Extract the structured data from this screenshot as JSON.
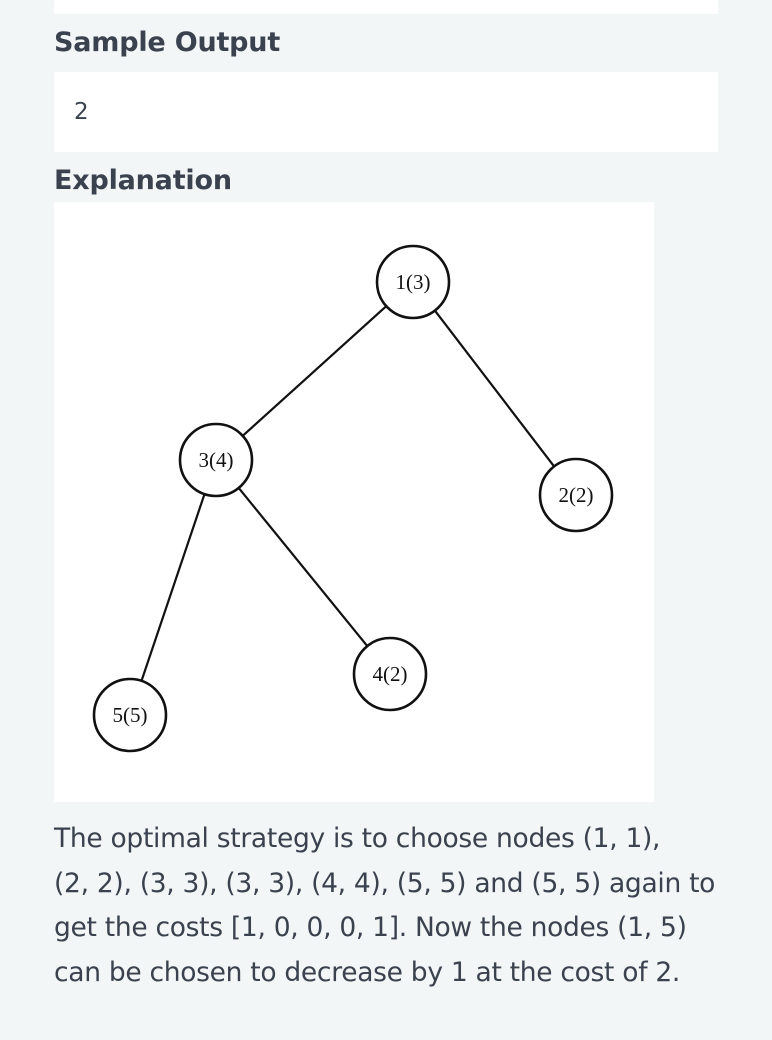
{
  "sample_output": {
    "heading": "Sample Output",
    "value": "2"
  },
  "explanation": {
    "heading": "Explanation",
    "tree": {
      "nodes": [
        {
          "id": "1",
          "label": "1(3)"
        },
        {
          "id": "2",
          "label": "2(2)"
        },
        {
          "id": "3",
          "label": "3(4)"
        },
        {
          "id": "4",
          "label": "4(2)"
        },
        {
          "id": "5",
          "label": "5(5)"
        }
      ],
      "edges": [
        [
          "1",
          "3"
        ],
        [
          "1",
          "2"
        ],
        [
          "3",
          "5"
        ],
        [
          "3",
          "4"
        ]
      ]
    },
    "lines": [
      "The optimal strategy is to choose nodes (1, 1),",
      "(2, 2), (3, 3), (3, 3), (4, 4), (5, 5) and (5, 5) again to",
      "get the costs [1, 0, 0, 0, 1]. Now the nodes (1, 5)",
      "can be chosen to decrease by 1 at the cost of 2."
    ]
  }
}
